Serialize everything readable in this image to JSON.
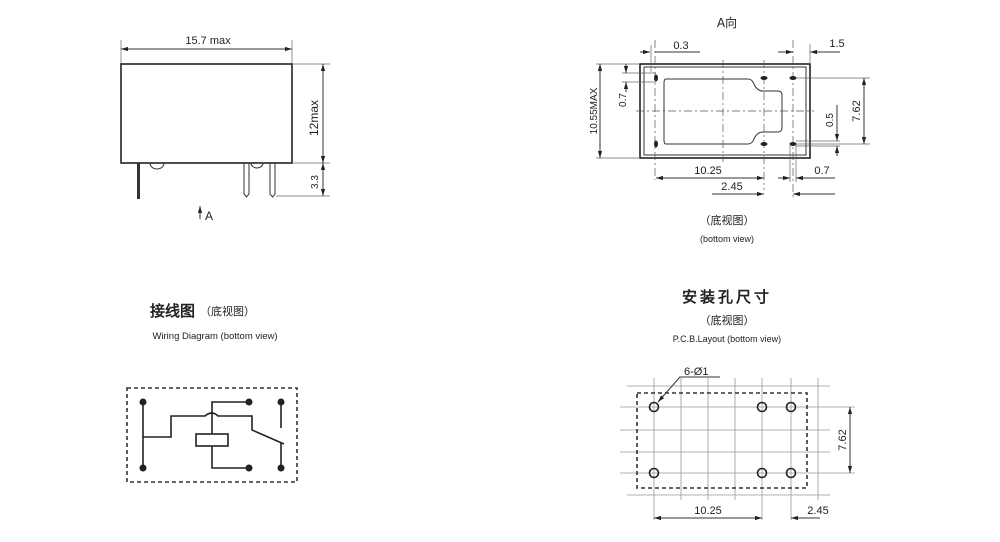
{
  "side_view": {
    "width_label": "15.7 max",
    "height_label": "12max",
    "pin_label": "3.3",
    "view_marker": "A"
  },
  "bottom_view": {
    "title": "A向",
    "dims": {
      "d_0_3": "0.3",
      "d_1_5": "1.5",
      "d_10_55": "10.55MAX",
      "d_0_7_left": "0.7",
      "d_7_62": "7.62",
      "d_0_5": "0.5",
      "d_10_25": "10.25",
      "d_0_7_right": "0.7",
      "d_2_45": "2.45"
    },
    "caption_cn": "（底视图）",
    "caption_en": "(bottom view)"
  },
  "wiring": {
    "title_cn": "接线图",
    "title_cn_sub": "（底视图）",
    "title_en": "Wiring Diagram (bottom view)"
  },
  "pcb": {
    "title_cn": "安装孔尺寸",
    "subtitle_cn": "（底视图）",
    "title_en": "P.C.B.Layout (bottom view)",
    "hole_label": "6-Ø1",
    "d_7_62": "7.62",
    "d_10_25": "10.25",
    "d_2_45": "2.45"
  }
}
